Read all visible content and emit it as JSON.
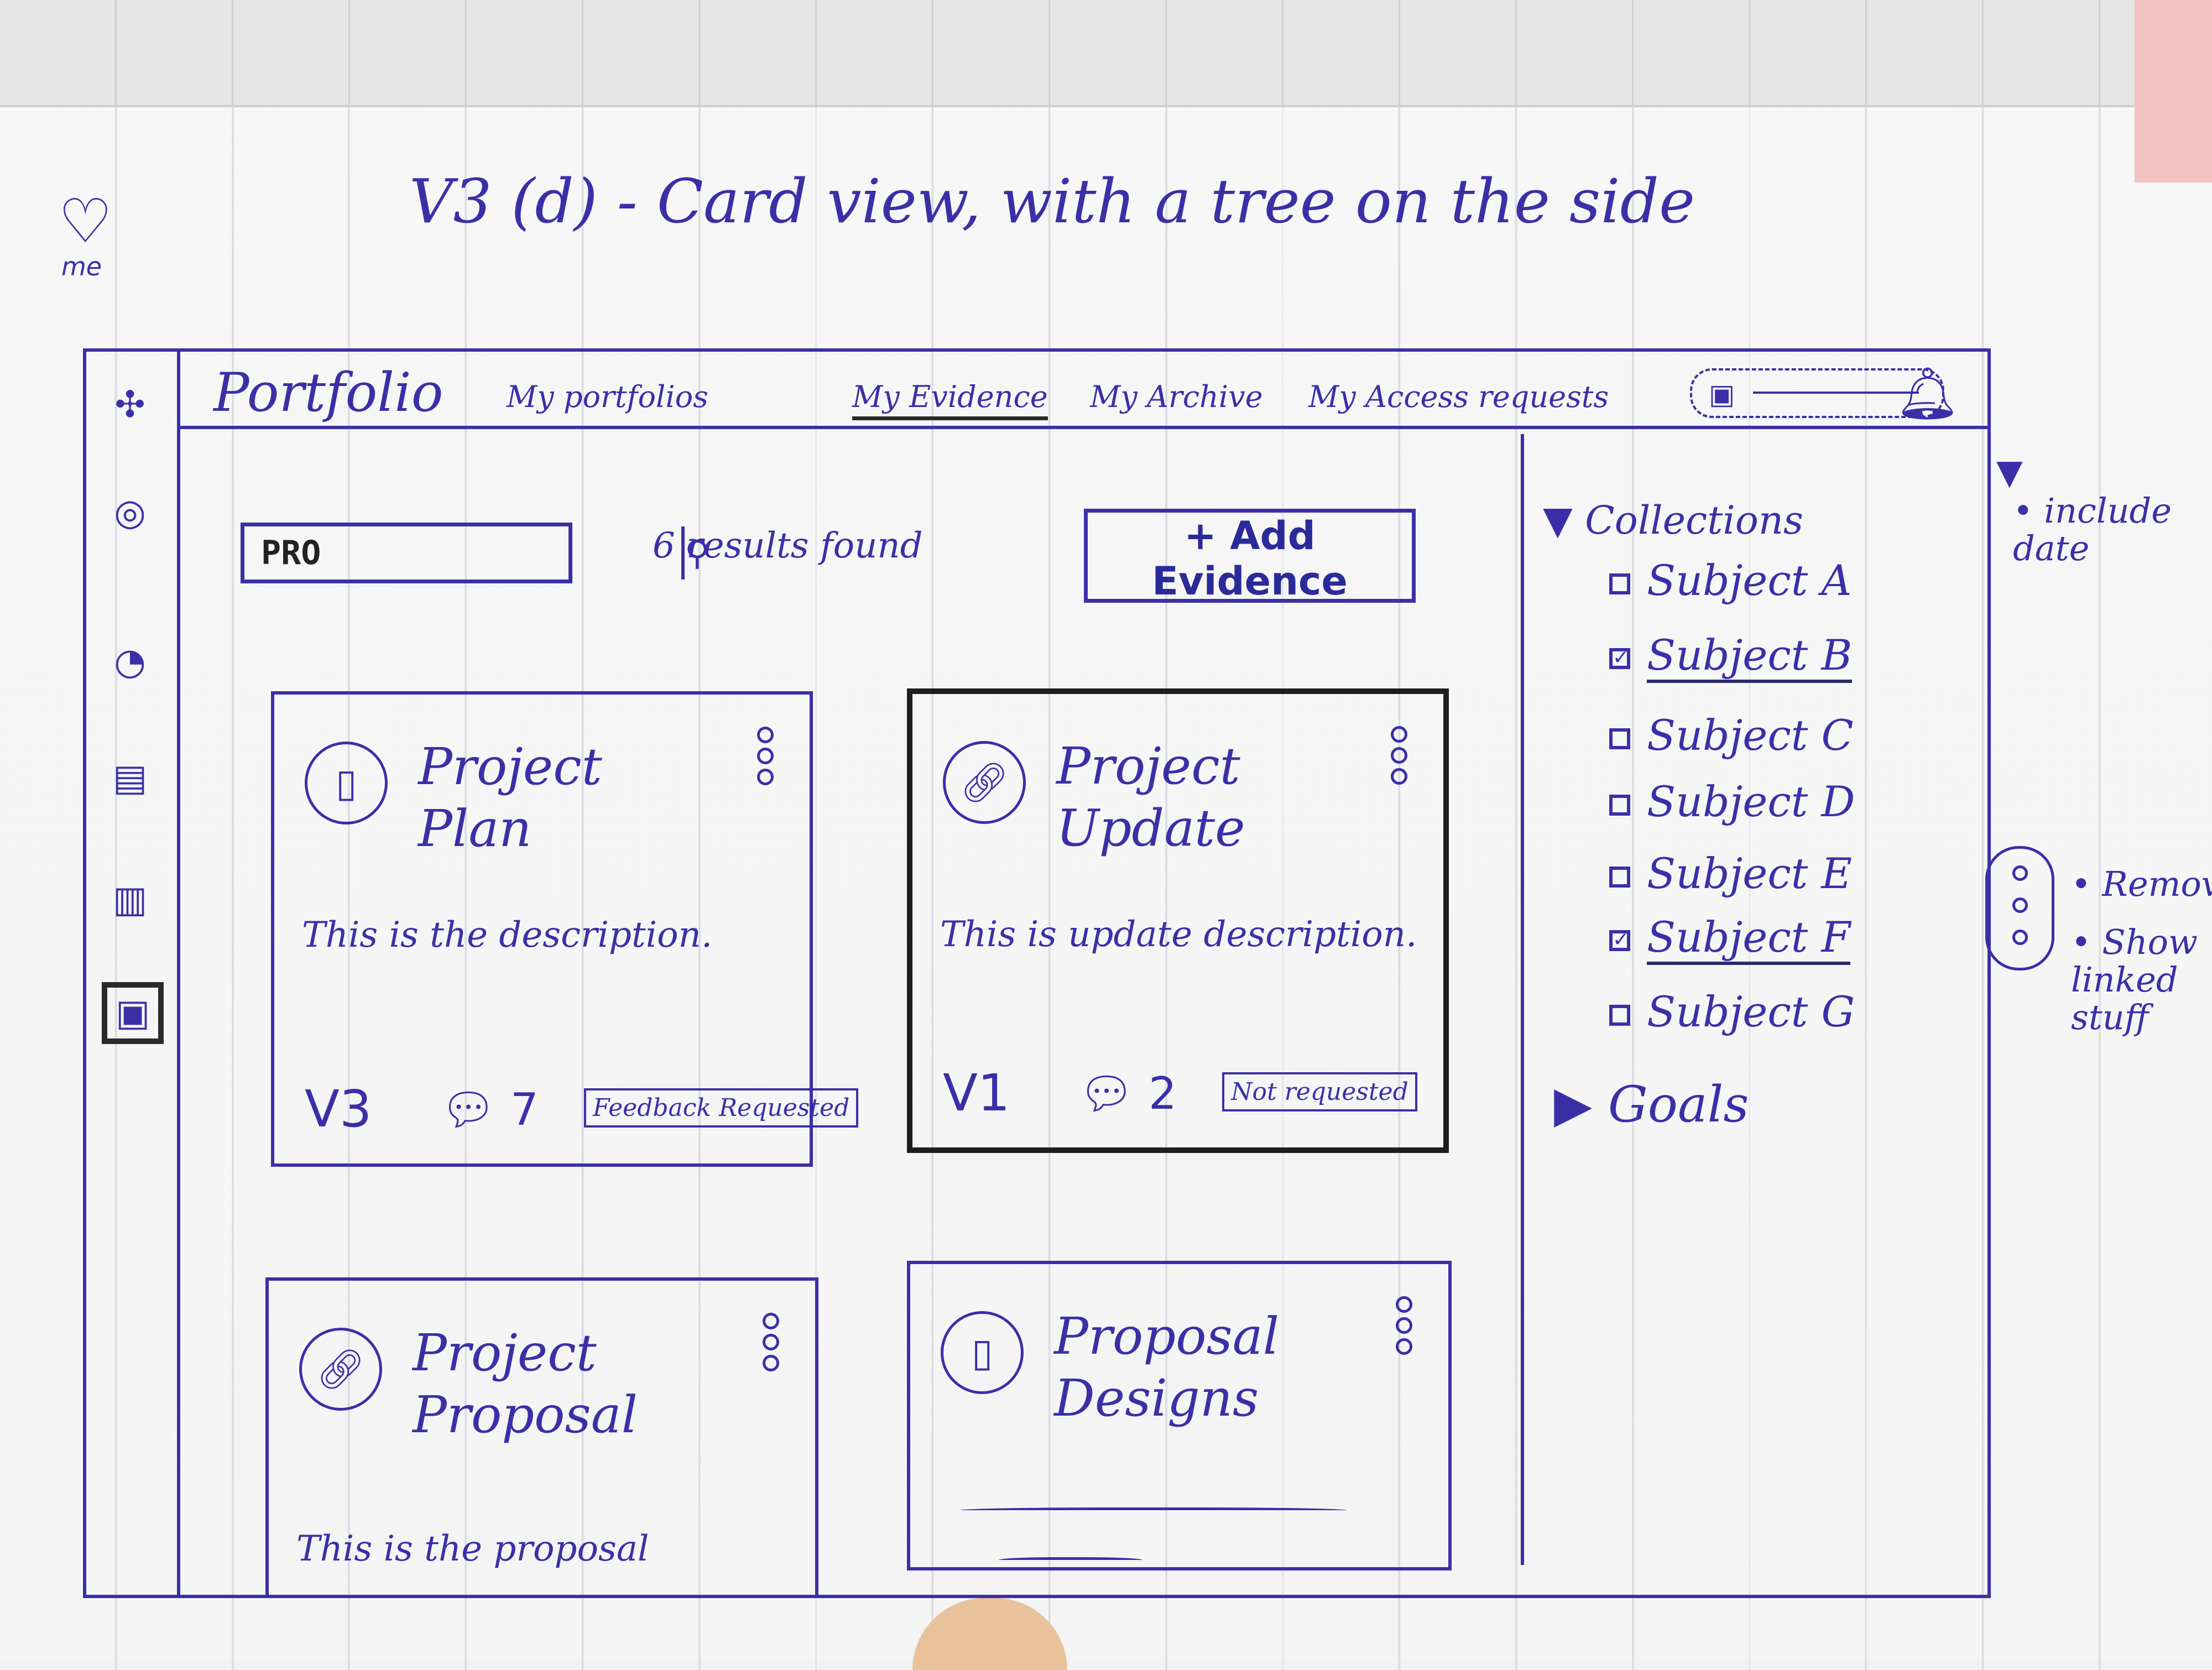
{
  "sketch": {
    "title": "V3 (d) - Card view, with a tree on the side",
    "margin_left_label": "me"
  },
  "app": {
    "brand": "Portfolio",
    "nav": [
      {
        "label": "My portfolios",
        "active": false
      },
      {
        "label": "My Evidence",
        "active": true
      },
      {
        "label": "My Archive",
        "active": false
      },
      {
        "label": "My Access requests",
        "active": false
      }
    ]
  },
  "rail_icons": [
    "apps-icon",
    "user-icon",
    "dashboard-icon",
    "calendar-icon",
    "inbox-icon",
    "briefcase-icon"
  ],
  "search": {
    "value": "PRO"
  },
  "results_text": "6 results found",
  "add_button_label": "+ Add Evidence",
  "cards": [
    {
      "title": "Project Plan",
      "description": "This is the description.",
      "version": "V3",
      "comments": "7",
      "badge": "Feedback Requested",
      "icon": "document-icon"
    },
    {
      "title": "Project Update",
      "description": "This is update description.",
      "version": "V1",
      "comments": "2",
      "badge": "Not requested",
      "icon": "link-icon"
    },
    {
      "title": "Project Proposal",
      "description": "This is the proposal",
      "icon": "link-icon"
    },
    {
      "title": "Proposal Designs",
      "description": "",
      "icon": "document-icon"
    }
  ],
  "tree": {
    "collections_label": "Collections",
    "items": [
      {
        "label": "Subject A",
        "checked": false
      },
      {
        "label": "Subject B",
        "checked": true
      },
      {
        "label": "Subject C",
        "checked": false
      },
      {
        "label": "Subject D",
        "checked": false
      },
      {
        "label": "Subject E",
        "checked": false
      },
      {
        "label": "Subject F",
        "checked": true
      },
      {
        "label": "Subject G",
        "checked": false
      }
    ],
    "goals_label": "Goals"
  },
  "notes": {
    "include_date": "include date",
    "remove": "Remove",
    "show_linked": "Show linked stuff"
  }
}
